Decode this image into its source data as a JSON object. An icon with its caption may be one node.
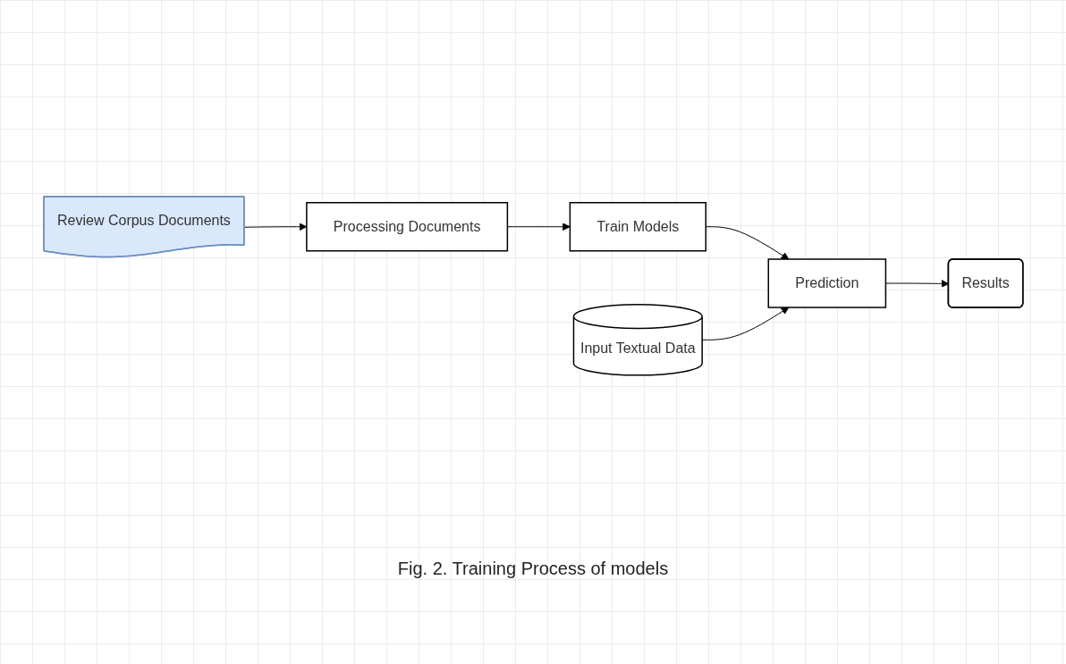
{
  "diagram": {
    "caption": "Fig. 2. Training Process of models",
    "nodes": [
      {
        "text": [
          "Review Corpus Documents"
        ]
      },
      {
        "text": [
          "Processing Documents"
        ]
      },
      {
        "text": [
          "Train Models"
        ]
      },
      {
        "text": [
          "Input Textual Data"
        ]
      },
      {
        "text": [
          "Prediction"
        ]
      },
      {
        "text": [
          "Results"
        ]
      }
    ],
    "edges": [
      {
        "from": 0,
        "to": 1,
        "arrow": "to"
      },
      {
        "from": 1,
        "to": 2,
        "arrow": "to"
      },
      {
        "from": 2,
        "to": 4,
        "arrow": "to"
      },
      {
        "from": 3,
        "to": 4,
        "arrow": "to"
      },
      {
        "from": 4,
        "to": 5,
        "arrow": "to"
      }
    ]
  }
}
